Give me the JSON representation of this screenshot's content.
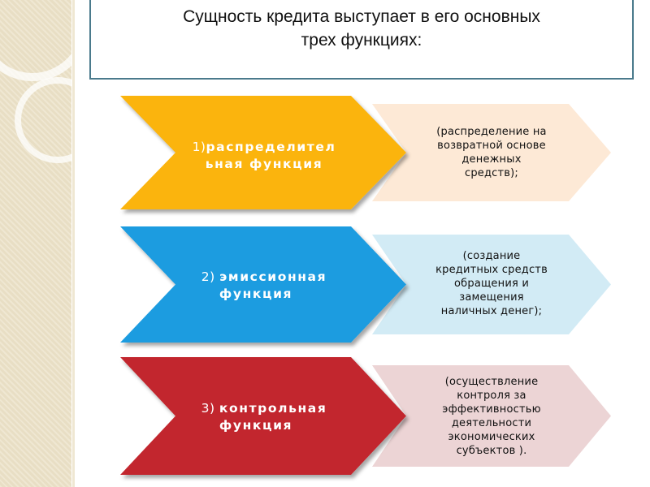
{
  "title": {
    "line1": "Сущность кредита выступает в его основных",
    "line2": "трех функциях:"
  },
  "functions": [
    {
      "num": "1)",
      "name_lines": [
        "распределител",
        "ьная функция"
      ],
      "desc_lines": [
        "(распределение на",
        "возвратной основе",
        "денежных",
        "средств);"
      ],
      "color": "#fbb40f",
      "desc_color": "#fde9d6"
    },
    {
      "num": "2) ",
      "name_lines": [
        "эмиссионная",
        "функция"
      ],
      "desc_lines": [
        "(создание",
        "кредитных средств",
        "обращения и",
        "замещения",
        "наличных денег);"
      ],
      "color": "#1c9ce0",
      "desc_color": "#d2ebf5"
    },
    {
      "num": "3) ",
      "name_lines": [
        "контрольная",
        "функция"
      ],
      "desc_lines": [
        "(осуществление",
        "контроля за",
        "эффективностью",
        "деятельности",
        "экономических",
        "субъектов )."
      ],
      "color": "#c2272d",
      "desc_color": "#ecd4d5"
    }
  ]
}
